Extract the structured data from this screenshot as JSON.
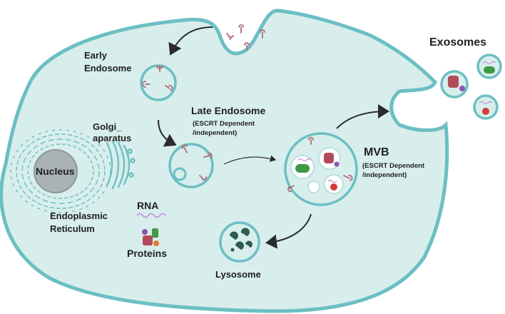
{
  "labels": {
    "exosomes": "Exosomes",
    "early_endosome_1": "Early",
    "early_endosome_2": "Endosome",
    "late_endosome": "Late Endosome",
    "late_endosome_sub1": "(ESCRT Dependent",
    "late_endosome_sub2": "/independent)",
    "golgi_1": "Golgi_",
    "golgi_2": "aparatus",
    "nucleus": "Nucleus",
    "er_1": "Endoplasmic",
    "er_2": "Reticulum",
    "rna": "RNA",
    "proteins": "Proteins",
    "mvb": "MVB",
    "mvb_sub1": "(ESCRT Dependent",
    "mvb_sub2": "/independent)",
    "lysosome": "Lysosome"
  },
  "colors": {
    "cell_fill": "#d8eeec",
    "cell_stroke": "#6cbfc3",
    "receptor": "#b06a78",
    "protein_red": "#b34a5a",
    "protein_green": "#3e9a45",
    "protein_purple": "#8a55b0",
    "protein_orange": "#e07a2a",
    "rna": "#b88fd6",
    "lysosome_dark": "#2f5a4e"
  }
}
